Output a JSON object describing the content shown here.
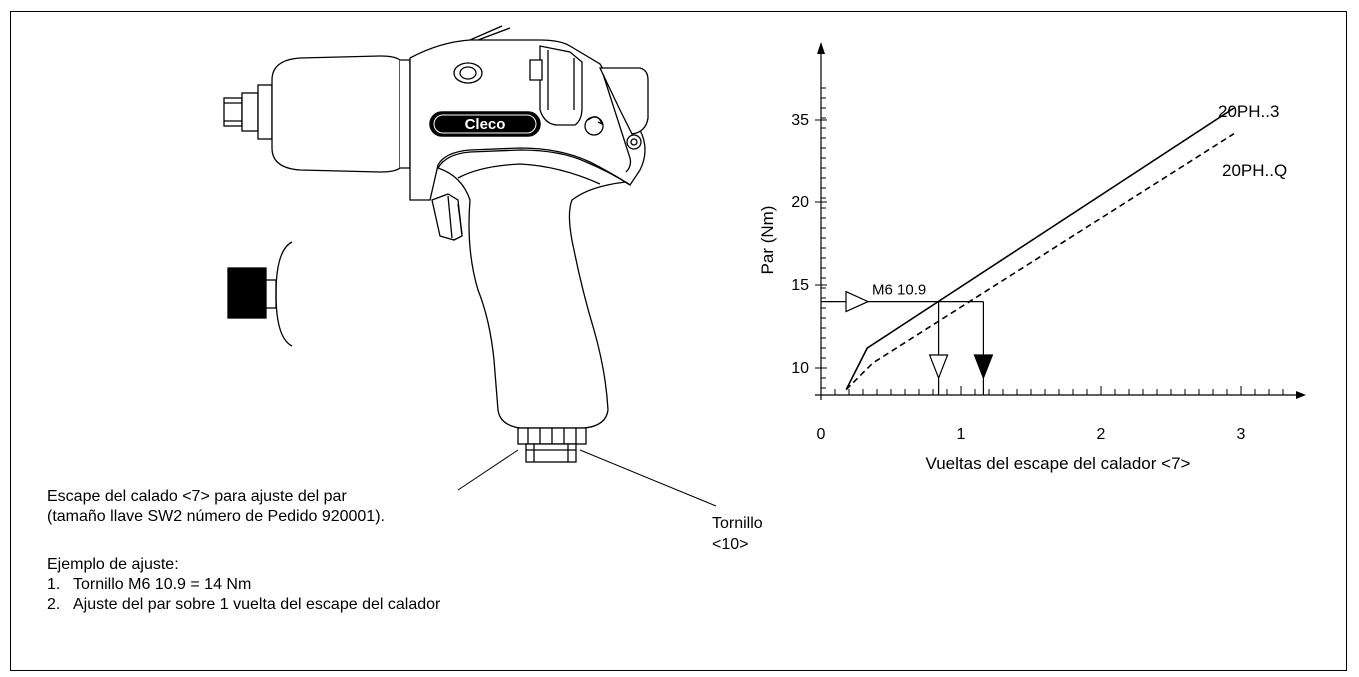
{
  "tool": {
    "brand": "Cleco"
  },
  "callouts": {
    "adjust_line1": "Escape del calado <7> para ajuste del par",
    "adjust_line2": "(tamaño llave SW2  número de Pedido 920001).",
    "screw_line1": "Tornillo",
    "screw_line2": "<10>"
  },
  "example": {
    "heading": "Ejemplo de ajuste:",
    "steps": [
      {
        "num": "1.",
        "text": "Tornillo M6 10.9 = 14 Nm"
      },
      {
        "num": "2.",
        "text": "Ajuste del par sobre 1 vuelta del escape del calador"
      }
    ]
  },
  "chart_data": {
    "type": "line",
    "xlabel": "Vueltas del escape del calador <7>",
    "ylabel": "Par (Nm)",
    "x_ticks": [
      "0",
      "1",
      "2",
      "3"
    ],
    "y_ticks": [
      "10",
      "15",
      "20",
      "35"
    ],
    "series": [
      {
        "name": "20PH..3",
        "style": "solid",
        "x": [
          0.18,
          0.33,
          2.95
        ],
        "y": [
          8.4,
          11.2,
          36.0
        ]
      },
      {
        "name": "20PH..Q",
        "style": "dashed",
        "x": [
          0.18,
          0.37,
          2.95
        ],
        "y": [
          8.4,
          10.3,
          32.5
        ]
      }
    ],
    "annotation": {
      "label": "M6 10.9",
      "torque": 14,
      "turns_20PH_3": 0.84,
      "turns_20PH_Q": 1.16
    }
  }
}
